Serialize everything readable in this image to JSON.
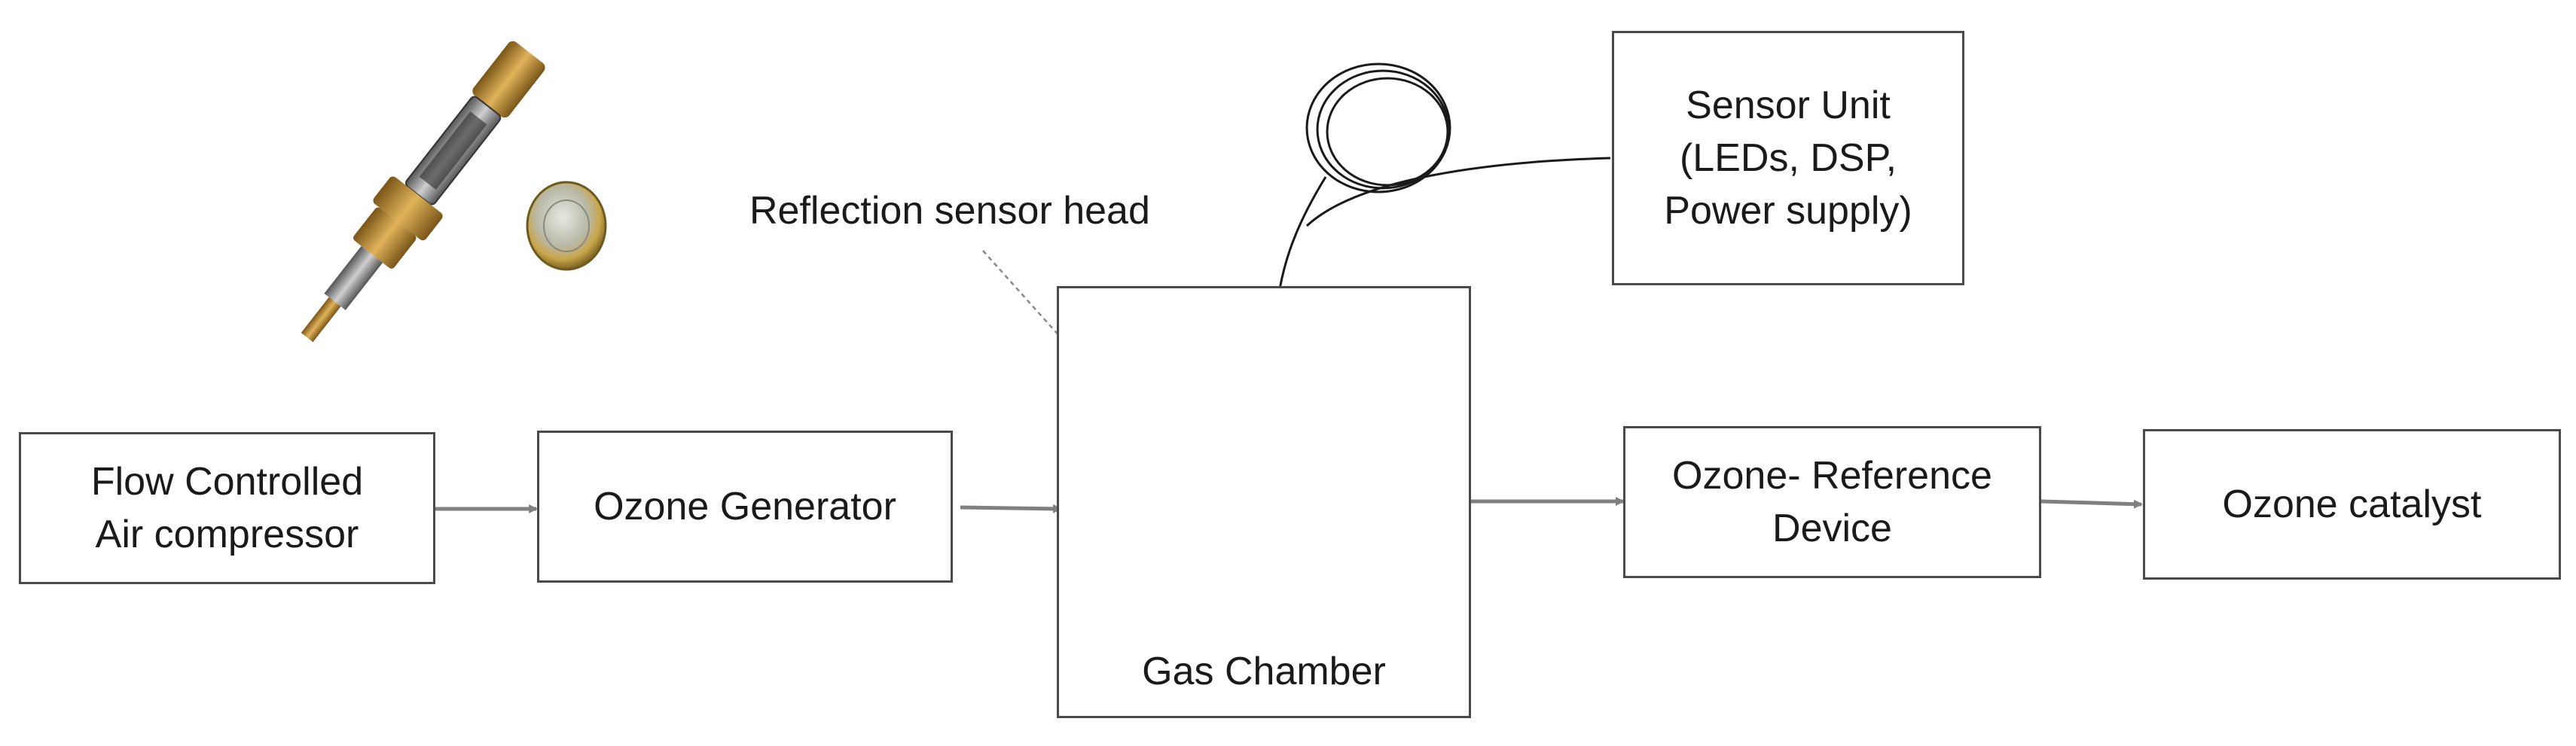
{
  "diagram": {
    "type": "flow",
    "nodes": {
      "air_compressor": "Flow Controlled\nAir compressor",
      "ozone_generator": "Ozone Generator",
      "gas_chamber": "Gas Chamber",
      "reflection_sensor_head": "Reflection sensor head",
      "sensor_unit": "Sensor Unit\n(LEDs, DSP,\nPower supply)",
      "ozone_reference": "Ozone- Reference\nDevice",
      "ozone_catalyst": "Ozone catalyst"
    },
    "edges": [
      {
        "from": "Flow Controlled Air compressor",
        "to": "Ozone Generator"
      },
      {
        "from": "Ozone Generator",
        "to": "Gas Chamber"
      },
      {
        "from": "Gas Chamber",
        "to": "Ozone- Reference Device"
      },
      {
        "from": "Ozone- Reference Device",
        "to": "Ozone catalyst"
      },
      {
        "from": "Sensor Unit",
        "to": "Reflection sensor head",
        "kind": "optical fiber"
      }
    ],
    "colors": {
      "line": "#4a4a4a",
      "arrow": "#808080",
      "sensor_body": "#d9d9d9",
      "brass": "#b8862e"
    }
  }
}
